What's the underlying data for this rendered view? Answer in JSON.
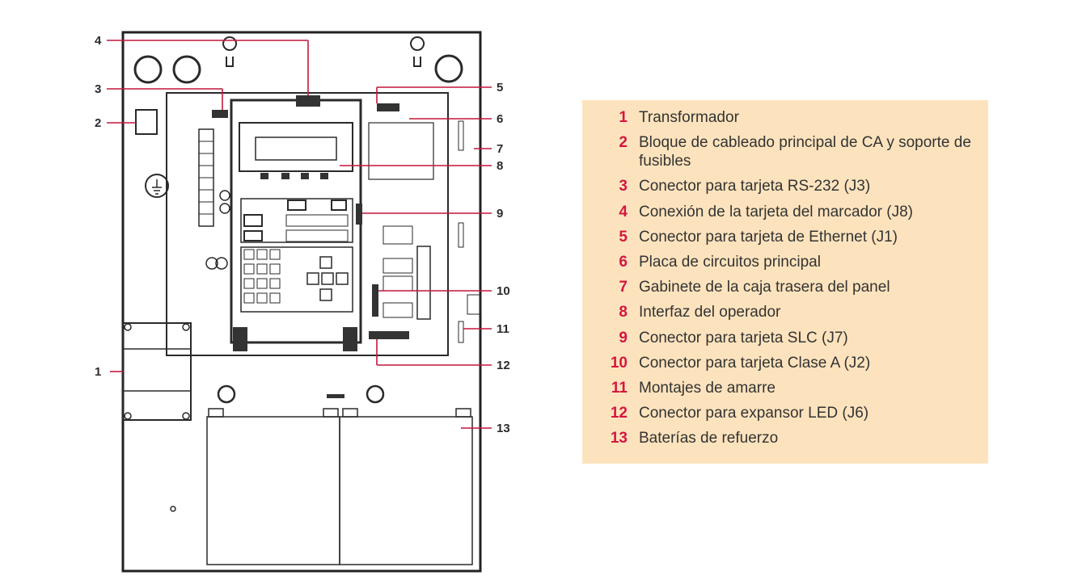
{
  "callouts": [
    "1",
    "2",
    "3",
    "4",
    "5",
    "6",
    "7",
    "8",
    "9",
    "10",
    "11",
    "12",
    "13"
  ],
  "legend": [
    {
      "num": "1",
      "text": "Transformador"
    },
    {
      "num": "2",
      "text": "Bloque de cableado principal de CA y soporte de fusibles"
    },
    {
      "num": "3",
      "text": "Conector para tarjeta RS-232 (J3)"
    },
    {
      "num": "4",
      "text": "Conexión de la tarjeta del marcador (J8)"
    },
    {
      "num": "5",
      "text": "Conector para tarjeta de Ethernet (J1)"
    },
    {
      "num": "6",
      "text": "Placa de circuitos principal"
    },
    {
      "num": "7",
      "text": "Gabinete de la caja trasera del panel"
    },
    {
      "num": "8",
      "text": "Interfaz del operador"
    },
    {
      "num": "9",
      "text": "Conector para tarjeta SLC (J7)"
    },
    {
      "num": "10",
      "text": "Conector para tarjeta Clase A (J2)"
    },
    {
      "num": "11",
      "text": "Montajes de amarre"
    },
    {
      "num": "12",
      "text": "Conector para expansor LED (J6)"
    },
    {
      "num": "13",
      "text": "Baterías de refuerzo"
    }
  ],
  "colors": {
    "accent": "#d5163f",
    "legend_bg": "#fde3bd",
    "ink": "#2a2a2a"
  }
}
